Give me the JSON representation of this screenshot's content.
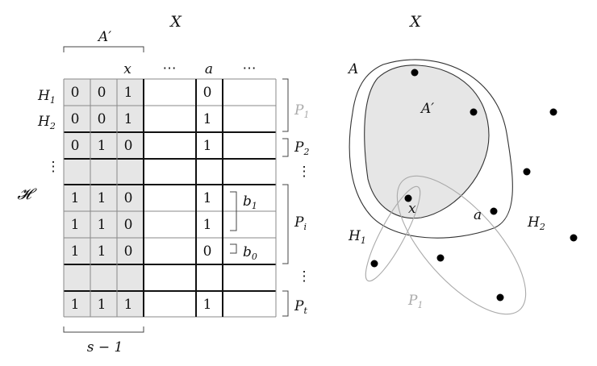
{
  "colors": {
    "ink": "#111111",
    "gray_text": "#aaaaaa",
    "shade": "#e6e6e6",
    "gray_line": "#aaaaaa"
  },
  "matrix": {
    "title": "X",
    "top_bracket_label": "A′",
    "bottom_bracket_label": "s − 1",
    "family_label": "𝓗",
    "column_headers": {
      "x": "x",
      "dots1": "⋯",
      "a": "a",
      "dots2": "⋯"
    },
    "row_labels": {
      "h1": "H",
      "h1_sub": "1",
      "h2": "H",
      "h2_sub": "2",
      "vdots": "⋮"
    },
    "rows": [
      [
        "0",
        "0",
        "1",
        "0"
      ],
      [
        "0",
        "0",
        "1",
        "1"
      ],
      [
        "0",
        "1",
        "0",
        "1"
      ],
      [
        "",
        "",
        "",
        ""
      ],
      [
        "1",
        "1",
        "0",
        "1"
      ],
      [
        "1",
        "1",
        "0",
        "1"
      ],
      [
        "1",
        "1",
        "0",
        "0"
      ],
      [
        "",
        "",
        "",
        ""
      ],
      [
        "1",
        "1",
        "1",
        "1"
      ]
    ],
    "parts": {
      "p1": "P",
      "p1_sub": "1",
      "p2": "P",
      "p2_sub": "2",
      "pi": "P",
      "pi_sub": "i",
      "pt": "P",
      "pt_sub": "t",
      "vdots": "⋮"
    },
    "blocks": {
      "b1": "b",
      "b1_sub": "1",
      "b0": "b",
      "b0_sub": "0"
    }
  },
  "venn": {
    "title": "X",
    "labels": {
      "A": "A",
      "A_prime": "A′",
      "x": "x",
      "a": "a",
      "H1": "H",
      "H1_sub": "1",
      "H2": "H",
      "H2_sub": "2",
      "P1": "P",
      "P1_sub": "1"
    }
  }
}
